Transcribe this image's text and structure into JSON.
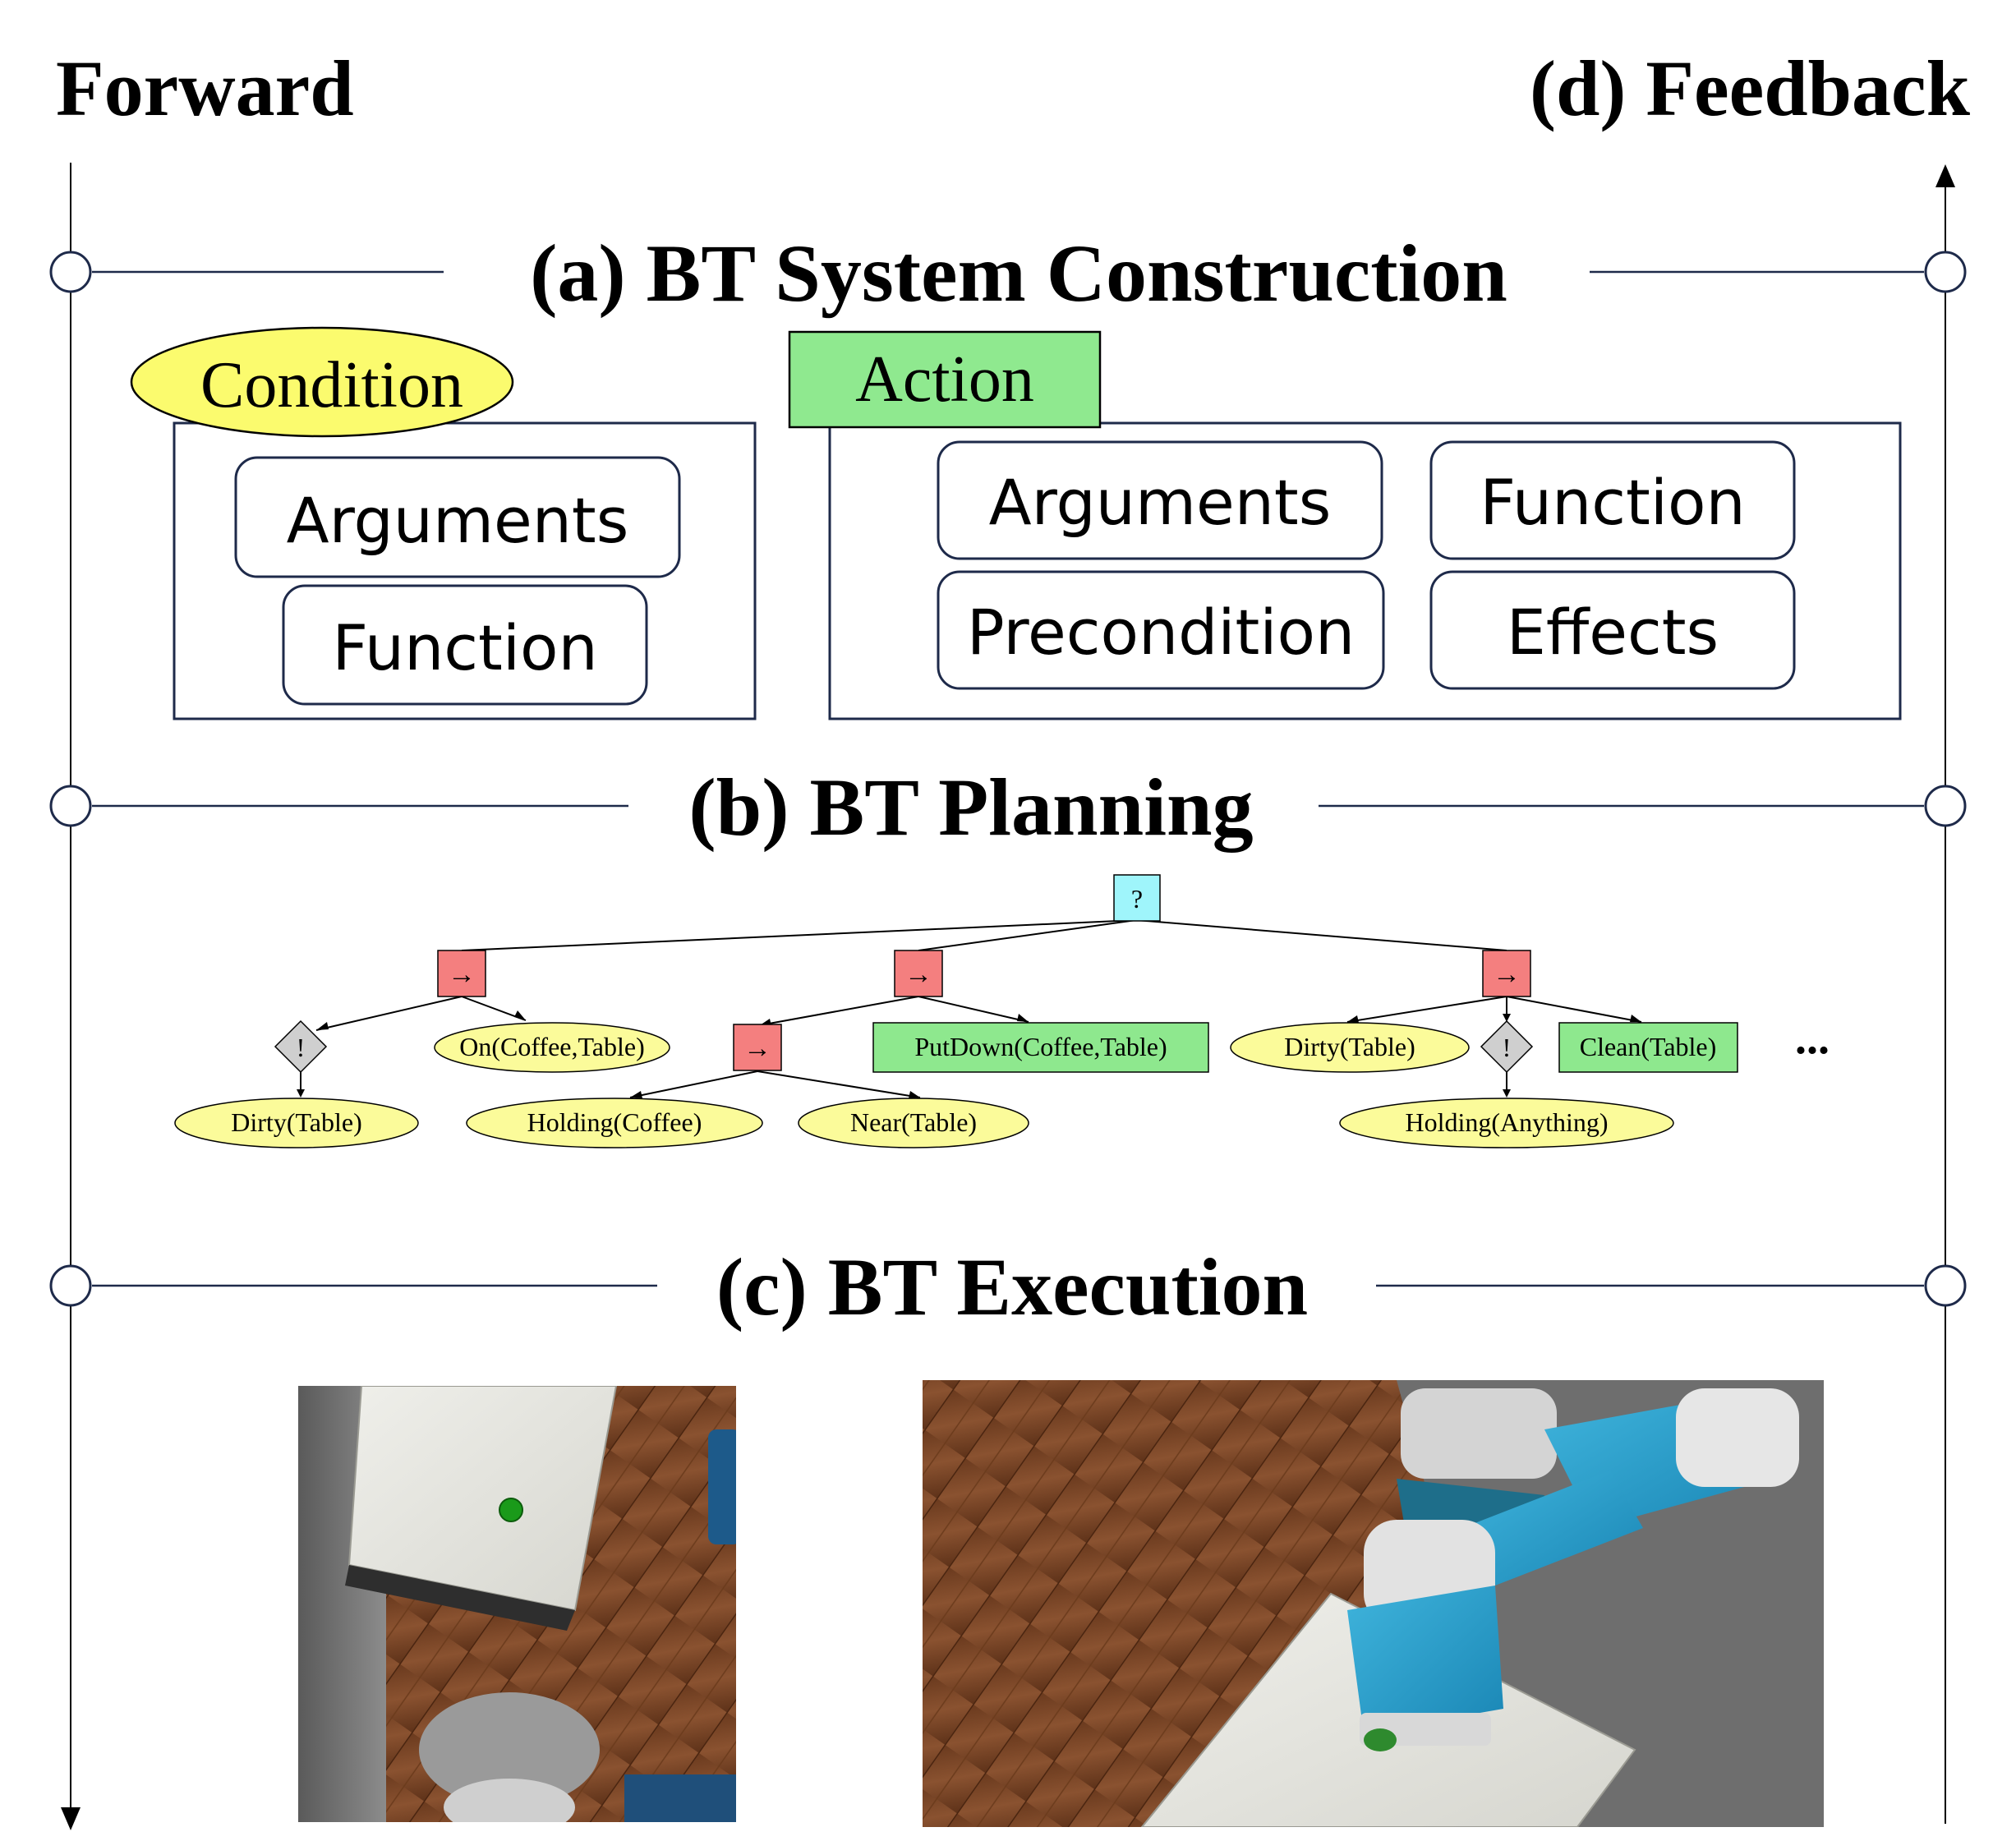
{
  "labels": {
    "forward": "Forward",
    "feedback": "(d) Feedback",
    "section_a": "(a) BT System Construction",
    "section_b": "(b) BT Planning",
    "section_c": "(c) BT Execution"
  },
  "construction": {
    "condition_tag": "Condition",
    "condition_items": [
      "Arguments",
      "Function"
    ],
    "action_tag": "Action",
    "action_items": [
      "Arguments",
      "Function",
      "Precondition",
      "Effects"
    ]
  },
  "tree": {
    "fallback_symbol": "?",
    "sequence_symbol": "→",
    "inverter_symbol": "!",
    "more": "...",
    "nodes": {
      "on_coffee_table": "On(Coffee,Table)",
      "dirty_table_left": "Dirty(Table)",
      "putdown": "PutDown(Coffee,Table)",
      "holding_coffee": "Holding(Coffee)",
      "near_table": "Near(Table)",
      "dirty_table_right": "Dirty(Table)",
      "clean_table": "Clean(Table)",
      "holding_anything": "Holding(Anything)"
    }
  },
  "colors": {
    "condition": "#fbfb9a",
    "action": "#8ee88e",
    "sequence": "#f47f7f",
    "fallback": "#9ff5fb",
    "inverter": "#cfcfcf",
    "frame": "#1e2a4a"
  },
  "execution": {
    "scenes": [
      "robot-view-top-table",
      "robot-arm-view"
    ]
  }
}
